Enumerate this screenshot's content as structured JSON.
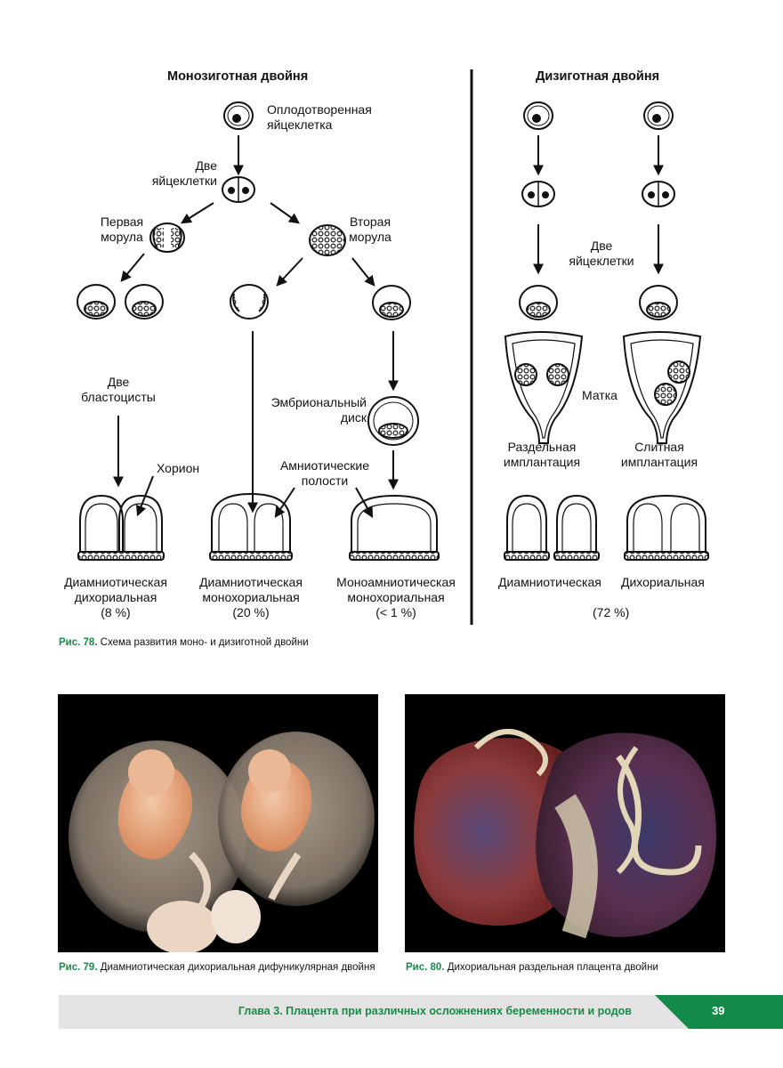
{
  "mono": {
    "title": "Монозиготная двойня",
    "fertilized_egg": [
      "Оплодотворенная",
      "яйцеклетка"
    ],
    "two_cells": [
      "Две",
      "яйцеклетки"
    ],
    "first_morula": [
      "Первая",
      "морула"
    ],
    "second_morula": [
      "Вторая",
      "морула"
    ],
    "two_blastocysts": [
      "Две",
      "бластоцисты"
    ],
    "chorion": "Хорион",
    "embryonic_disc": [
      "Эмбриональный",
      "диск"
    ],
    "amniotic_cavities": [
      "Амниотические",
      "полости"
    ],
    "outcomes": [
      {
        "line1": "Диамниотическая",
        "line2": "дихориальная",
        "pct": "(8 %)"
      },
      {
        "line1": "Диамниотическая",
        "line2": "монохориальная",
        "pct": "(20 %)"
      },
      {
        "line1": "Моноамниотическая",
        "line2": "монохориальная",
        "pct": "(< 1 %)"
      }
    ]
  },
  "di": {
    "title": "Дизиготная двойня",
    "two_cells": [
      "Две",
      "яйцеклетки"
    ],
    "uterus": "Матка",
    "separate": [
      "Раздельная",
      "имплантация"
    ],
    "fused": [
      "Слитная",
      "имплантация"
    ],
    "diamniotic": "Диамниотическая",
    "dichorial": "Дихориальная",
    "pct": "(72 %)"
  },
  "captions": {
    "fig78_num": "Рис. 78.",
    "fig78_text": "Схема развития моно- и дизиготной двойни",
    "fig79_num": "Рис. 79.",
    "fig79_text": "Диамниотическая дихориальная дифуникулярная двойня",
    "fig80_num": "Рис. 80.",
    "fig80_text": "Дихориальная раздельная плацента двойни"
  },
  "footer": {
    "chapter": "Глава 3. Плацента при различных осложнениях беременности и родов",
    "page": "39"
  },
  "colors": {
    "accent_green": "#138a48",
    "caption_green": "#1a8a4a",
    "footer_gray": "#e3e3e3"
  }
}
